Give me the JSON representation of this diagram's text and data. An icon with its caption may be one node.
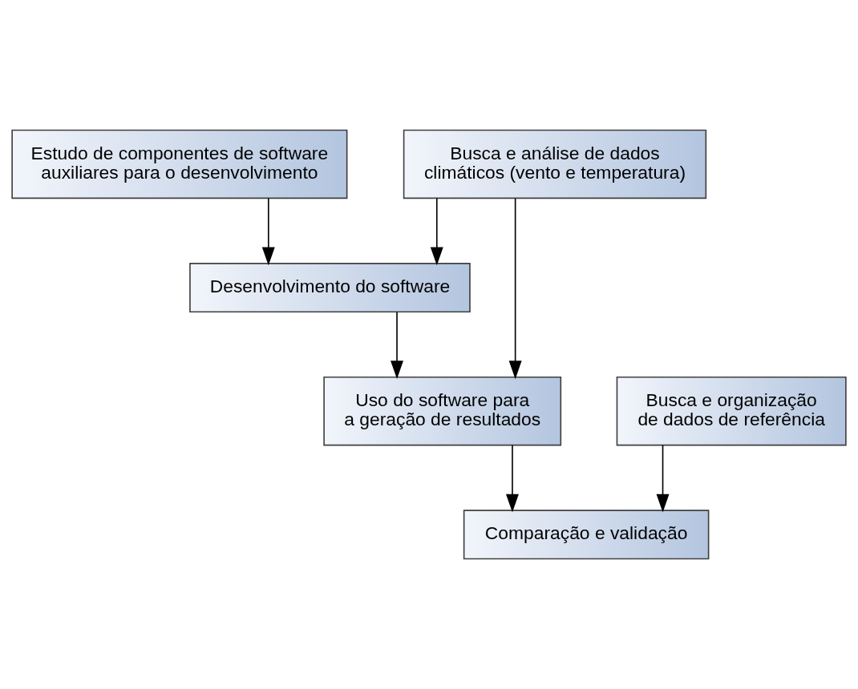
{
  "diagram": {
    "nodes": [
      {
        "text": [
          "Estudo de componentes de software auxiliares para o desenvolvimento"
        ]
      },
      {
        "text": [
          "Busca e análise de dados climáticos (vento e temperatura)"
        ]
      },
      {
        "text": [
          "Desenvolvimento do software"
        ]
      },
      {
        "text": [
          "Uso do software para a geração de resultados"
        ]
      },
      {
        "text": [
          "Busca e organização de dados de referência"
        ]
      },
      {
        "text": [
          "Comparação e validação"
        ]
      }
    ],
    "edges": [
      {
        "from": 0,
        "to": 2,
        "arrow": "to"
      },
      {
        "from": 1,
        "to": 2,
        "arrow": "to"
      },
      {
        "from": 2,
        "to": 3,
        "arrow": "to"
      },
      {
        "from": 1,
        "to": 3,
        "arrow": "to"
      },
      {
        "from": 3,
        "to": 5,
        "arrow": "to"
      },
      {
        "from": 4,
        "to": 5,
        "arrow": "to"
      }
    ]
  }
}
